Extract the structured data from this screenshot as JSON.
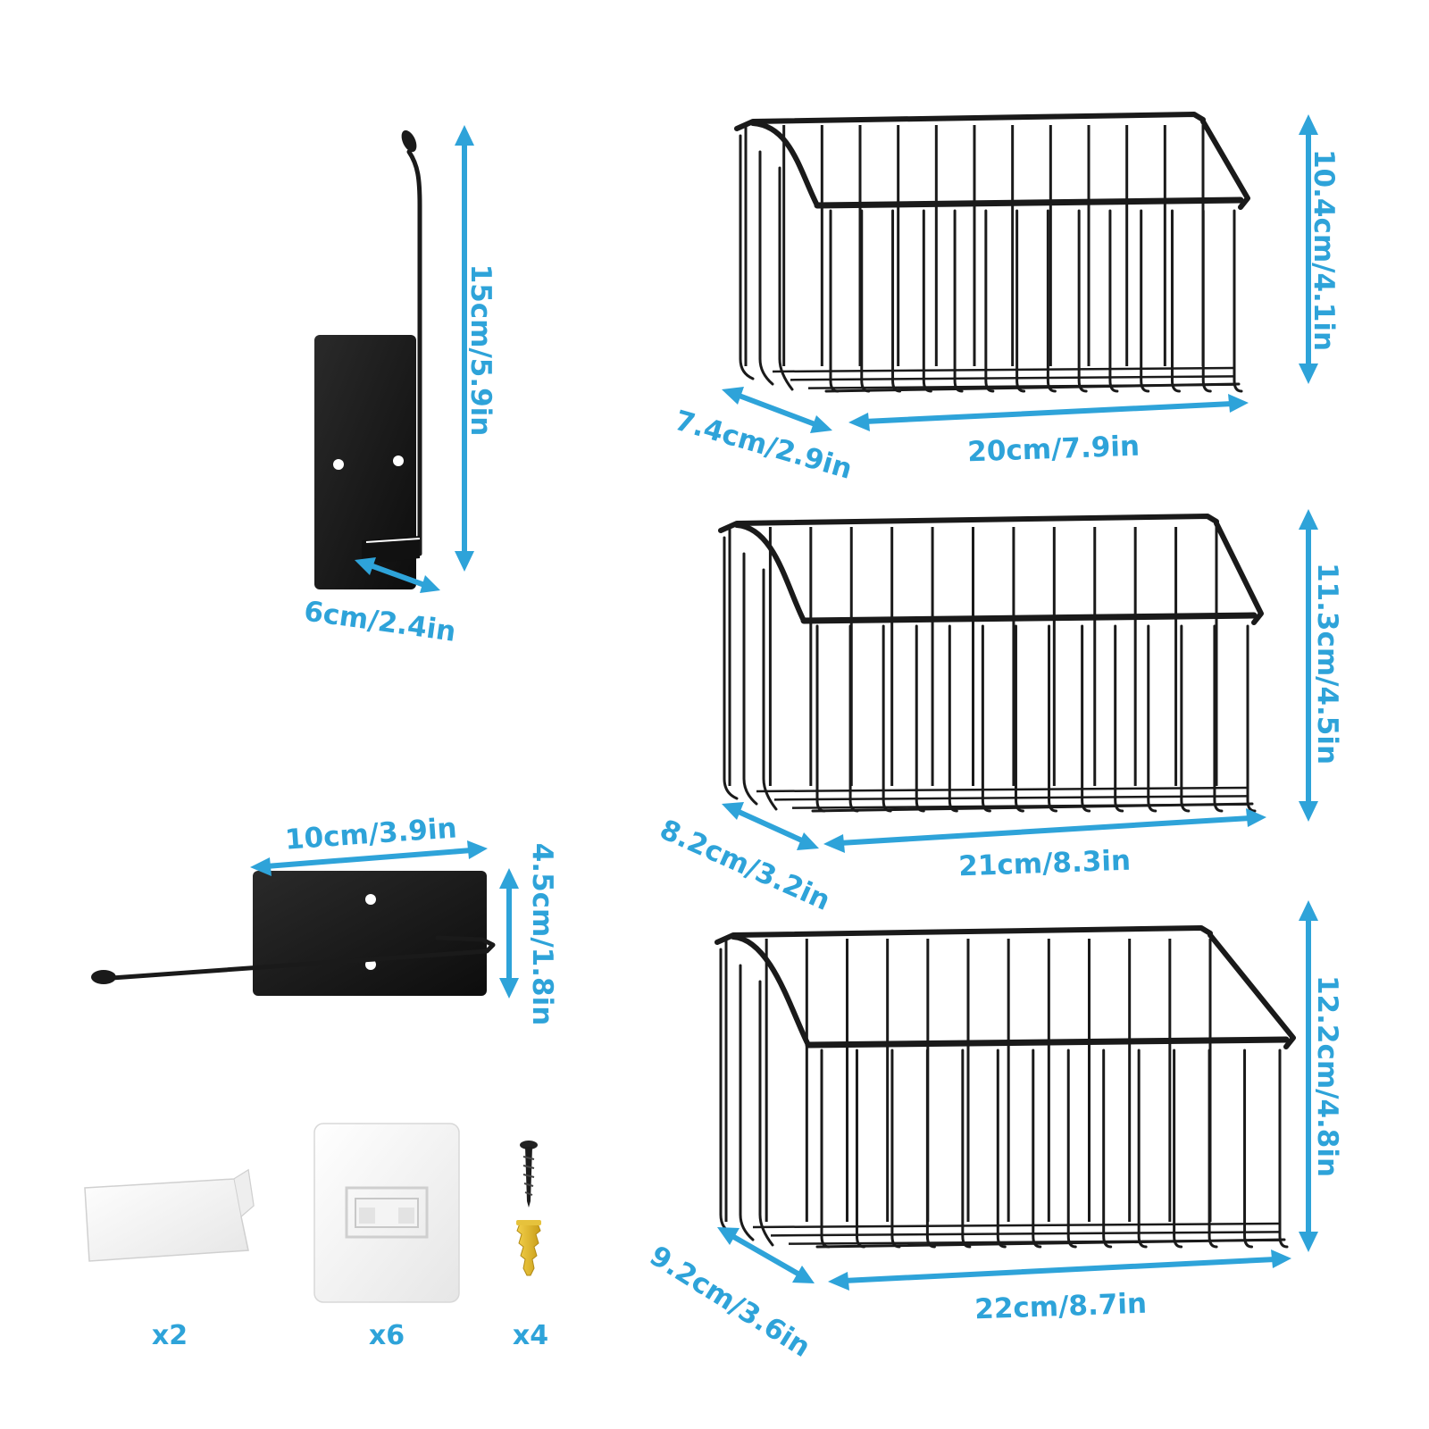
{
  "colors": {
    "accent": "#2ea3d9",
    "metal": "#1a1a1a",
    "background": "#ffffff"
  },
  "hook": {
    "height_label": "15cm/5.9in",
    "depth_label": "6cm/2.4in"
  },
  "bar": {
    "width_label": "10cm/3.9in",
    "height_label": "4.5cm/1.8in"
  },
  "baskets": [
    {
      "height_label": "10.4cm/4.1in",
      "depth_label": "7.4cm/2.9in",
      "width_label": "20cm/7.9in"
    },
    {
      "height_label": "11.3cm/4.5in",
      "depth_label": "8.2cm/3.2in",
      "width_label": "21cm/8.3in"
    },
    {
      "height_label": "12.2cm/4.8in",
      "depth_label": "9.2cm/3.6in",
      "width_label": "22cm/8.7in"
    }
  ],
  "accessories": [
    {
      "icon": "adhesive-strip-icon",
      "qty": "x2"
    },
    {
      "icon": "adhesive-hook-plate-icon",
      "qty": "x6"
    },
    {
      "icon": "screw-and-anchor-icon",
      "qty": "x4"
    }
  ]
}
